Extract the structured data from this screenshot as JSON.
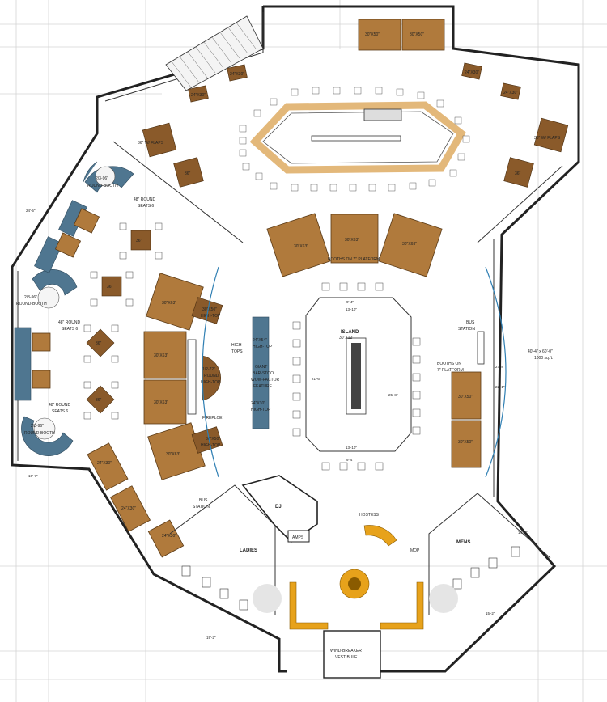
{
  "plan": {
    "area_note_line1": "40'-4\" x 60'-0\"",
    "area_note_line2": "1000 sq.ft.",
    "labels": {
      "island": "ISLAND",
      "island_size": "30\"X12'",
      "booths_top": "BOOTHS ON 7\" PLATFORM",
      "booths_right_line1": "BOOTHS ON",
      "booths_right_line2": "7\" PLATFORM",
      "bus_station_right_line1": "BUS",
      "bus_station_right_line2": "STATION",
      "bus_station_left_line1": "BUS",
      "bus_station_left_line2": "STATION",
      "high_tops_line1": "HIGH",
      "high_tops_line2": "TOPS",
      "feature_line1": "GIANT",
      "feature_line2": "BAR-STOOL",
      "feature_line3": "WOW-FACTOR",
      "feature_line4": "FEATURE",
      "fireplace": "FIREPLCE",
      "hostess": "HOSTESS",
      "dj": "DJ",
      "amps": "AMPS",
      "ladies": "LADIES",
      "mens": "MENS",
      "mop": "MOP",
      "vestibule_line1": "WIND-BREAKER",
      "vestibule_line2": "VESTIBULE",
      "round_booth_1_line1": "2/3-96\"",
      "round_booth_1_line2": "ROUND-BOOTH",
      "round_booth_2_line1": "2/3-96\"",
      "round_booth_2_line2": "ROUND-BOOTH",
      "round_booth_3_line1": "2/3-96\"",
      "round_booth_3_line2": "ROUND-BOOTH",
      "round_seats_1_line1": "48\" ROUND",
      "round_seats_1_line2": "SEATS 6",
      "round_seats_2_line1": "48\" ROUND",
      "round_seats_2_line2": "SEATS 6",
      "round_seats_3_line1": "48\" ROUND",
      "round_seats_3_line2": "SEATS 6",
      "flaps_left": "36\" W/ FLAPS",
      "flaps_right": "36\" W/ FLAPS",
      "hightop_1_line1": "30\"X50\"",
      "hightop_1_line2": "HIGH-TOP",
      "hightop_2_line1": "30\"X50\"",
      "hightop_2_line2": "HIGH-TOP",
      "hightop_3_line1": "24\"X54\"",
      "hightop_3_line2": "HIGH-TOP",
      "hightop_4_line1": "24\"X30\"",
      "hightop_4_line2": "HIGH-TOP",
      "round_hightop_line1": "1/2-72\"",
      "round_hightop_line2": "ROUND",
      "round_hightop_line3": "HIGH-TOP"
    },
    "table_sizes": {
      "s36": "36\"",
      "s30x50": "30\"X50\"",
      "s30x63": "30\"X63\"",
      "s24x30": "24\"X30\""
    },
    "dims": {
      "d13_10": "13'-10\"",
      "d9_4": "9'-4\"",
      "d1_6": "1'-6\"",
      "d2_2": "2'-2\"",
      "d21_6": "21'-6\"",
      "d25_8": "25'-8\"",
      "d22_1": "22'-1\"",
      "d27_8": "27'-8\"",
      "d10_7": "10'-7\"",
      "d19_2": "19'-2\"",
      "d15_2": "15'-2\"",
      "d14_1": "14'-1\"",
      "d24_5": "24'-5\""
    },
    "colors": {
      "wood": "#b07a3c",
      "upholstery": "#4f7690",
      "bar_band": "#e3b87a",
      "accent_yellow": "#e7a21b",
      "glass": "#2f7fb3"
    }
  }
}
